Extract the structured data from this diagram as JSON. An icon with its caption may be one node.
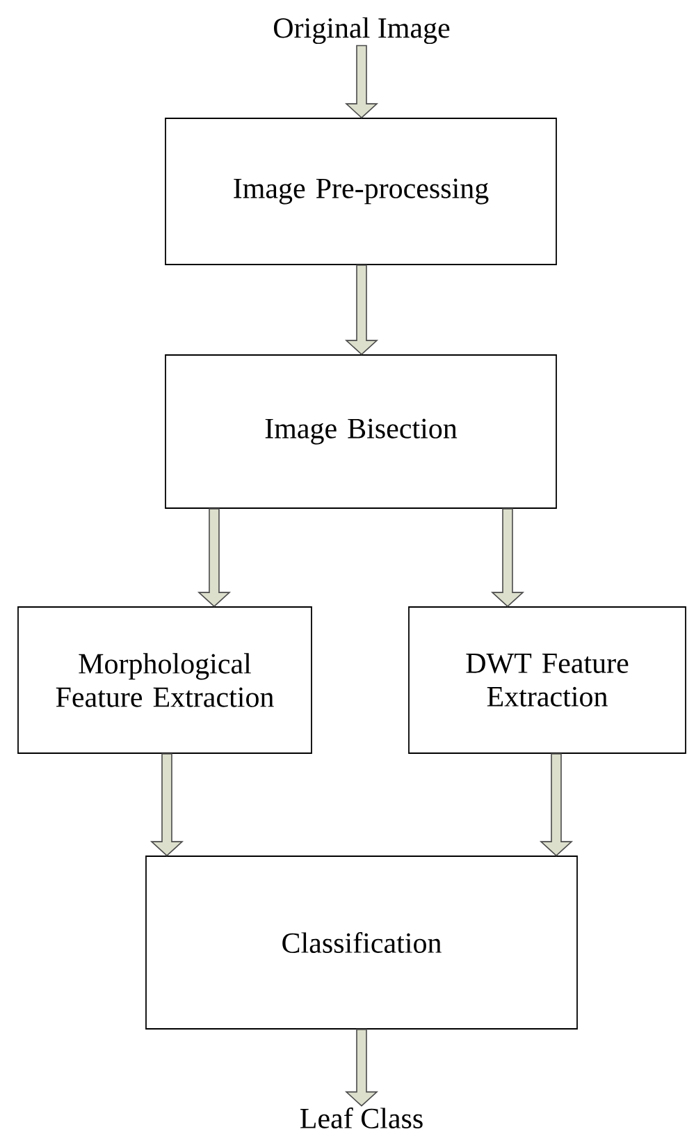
{
  "diagram": {
    "nodes": [
      {
        "text": [
          "Original Image"
        ]
      },
      {
        "text": [
          "Image Pre-processing"
        ]
      },
      {
        "text": [
          "Image Bisection"
        ]
      },
      {
        "text": [
          "Morphological Feature Extraction"
        ]
      },
      {
        "text": [
          "DWT Feature Extraction"
        ]
      },
      {
        "text": [
          "Classification"
        ]
      },
      {
        "text": [
          "Leaf Class"
        ]
      }
    ],
    "edges": [
      {
        "from": 0,
        "to": 1,
        "arrow": "to"
      },
      {
        "from": 1,
        "to": 2,
        "arrow": "to"
      },
      {
        "from": 2,
        "to": 3,
        "arrow": "to"
      },
      {
        "from": 2,
        "to": 4,
        "arrow": "to"
      },
      {
        "from": 3,
        "to": 5,
        "arrow": "to"
      },
      {
        "from": 4,
        "to": 5,
        "arrow": "to"
      },
      {
        "from": 5,
        "to": 6,
        "arrow": "to"
      }
    ]
  }
}
